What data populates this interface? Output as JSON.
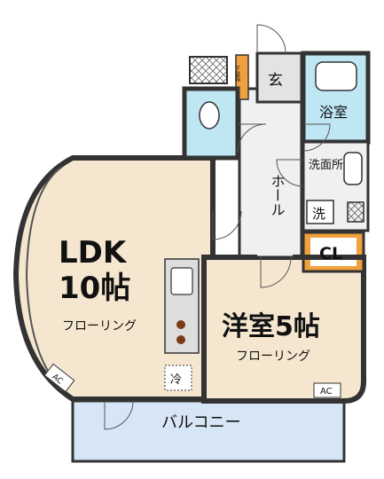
{
  "rooms": {
    "ldk": {
      "name": "LDK",
      "size": "10帖",
      "floor": "フローリング"
    },
    "western": {
      "name": "洋室5帖",
      "floor": "フローリング"
    },
    "entrance": "玄",
    "shoe_box": "下駄箱",
    "bath": "浴室",
    "washroom": "洗面所",
    "washer": "洗",
    "hall": "ホール",
    "closet": "CL",
    "fridge": "冷",
    "balcony": "バルコニー",
    "ac_ldk": "AC",
    "ac_western": "AC"
  },
  "colors": {
    "floor": "#f5e6cf",
    "wet": "#bfe6f3",
    "hall": "#eef0f2",
    "balcony": "#d7e6f7",
    "closet": "#f0a03c",
    "wall": "#333333"
  }
}
